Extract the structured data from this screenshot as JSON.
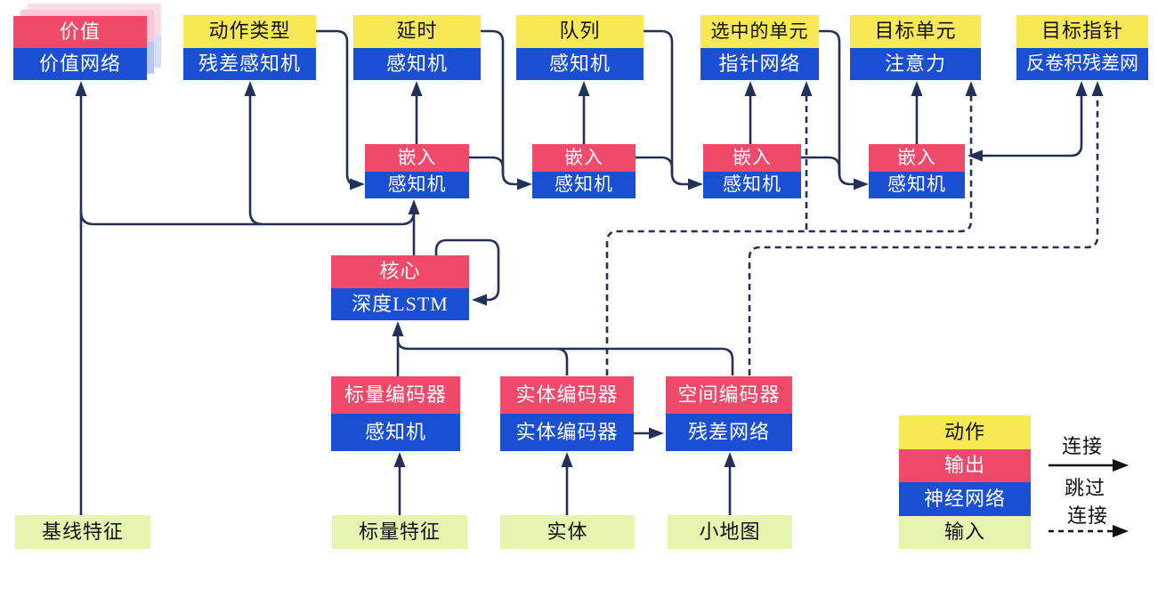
{
  "title": "Agent architecture diagram (AlphaStar-style), Chinese labels",
  "heads": [
    {
      "top": "价值",
      "bottom": "价值网络"
    },
    {
      "top": "动作类型",
      "bottom": "残差感知机"
    },
    {
      "top": "延时",
      "bottom": "感知机"
    },
    {
      "top": "队列",
      "bottom": "感知机"
    },
    {
      "top": "选中的单元",
      "bottom": "指针网络"
    },
    {
      "top": "目标单元",
      "bottom": "注意力"
    },
    {
      "top": "目标指针",
      "bottom": "反卷积残差网"
    }
  ],
  "embeddings": [
    {
      "top": "嵌入",
      "bottom": "感知机"
    },
    {
      "top": "嵌入",
      "bottom": "感知机"
    },
    {
      "top": "嵌入",
      "bottom": "感知机"
    },
    {
      "top": "嵌入",
      "bottom": "感知机"
    }
  ],
  "core": {
    "top": "核心",
    "bottom": "深度LSTM"
  },
  "encoders": [
    {
      "top": "标量编码器",
      "bottom": "感知机"
    },
    {
      "top": "实体编码器",
      "bottom": "实体编码器"
    },
    {
      "top": "空间编码器",
      "bottom": "残差网络"
    }
  ],
  "inputs": [
    "基线特征",
    "标量特征",
    "实体",
    "小地图"
  ],
  "legend": {
    "rows": [
      {
        "label": "动作",
        "type": "action"
      },
      {
        "label": "输出",
        "type": "output"
      },
      {
        "label": "神经网络",
        "type": "network"
      },
      {
        "label": "输入",
        "type": "input"
      }
    ],
    "connect_label": "连接",
    "skip_label_line1": "跳过",
    "skip_label_line2": "连接"
  },
  "colors": {
    "action_yellow": "#f9e856",
    "output_red": "#ef4a6a",
    "network_blue": "#1a4fd4",
    "input_green": "#e5f4ae",
    "wire_navy": "#233158",
    "legend_arrow_black": "#111111",
    "ghost_pink": "#f7c9d8",
    "ghost_blue": "#b6c8f0",
    "ghost_pink_light": "#fadce7",
    "ghost_blue_light": "#d6dff8"
  }
}
